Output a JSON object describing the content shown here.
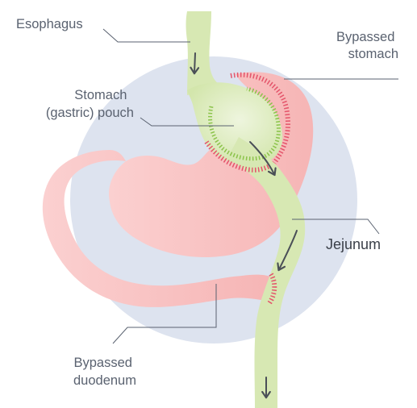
{
  "labels": {
    "esophagus": "Esophagus",
    "bypassed_stomach": [
      "Bypassed",
      "stomach"
    ],
    "stomach_pouch": [
      "Stomach",
      "(gastric) pouch"
    ],
    "jejunum": "Jejunum",
    "bypassed_duodenum": [
      "Bypassed",
      "duodenum"
    ]
  },
  "colors": {
    "background_circle": "#dde3ef",
    "bypassed_tissue": "#f8bfbf",
    "bypassed_tissue_light": "#fbd3d3",
    "active_path": "#d7e8b3",
    "pouch_highlight": "#e9f2d6",
    "staple_line_pouch": "#8bc34a",
    "staple_line_stomach": "#e4546a",
    "text": "#5a6270",
    "arrow": "#4a4f57"
  }
}
